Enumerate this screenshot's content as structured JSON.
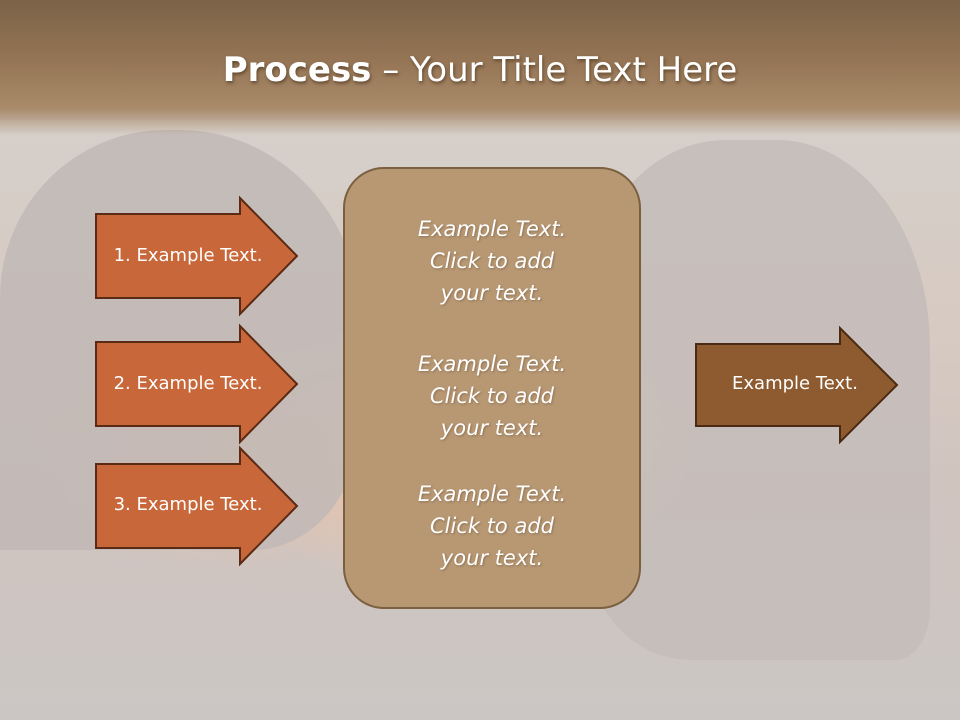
{
  "slide": {
    "title_bold": "Process",
    "title_rest": " – Your Title Text Here"
  },
  "left_arrows": [
    {
      "label": "1. Example Text."
    },
    {
      "label": "2. Example Text."
    },
    {
      "label": "3. Example Text."
    }
  ],
  "center_box": {
    "blocks": [
      {
        "text": "Example Text.\nClick  to add\nyour text."
      },
      {
        "text": "Example Text.\nClick  to add\nyour text."
      },
      {
        "text": "Example Text.\nClick  to add\nyour text."
      }
    ]
  },
  "right_arrow": {
    "label": "Example Text."
  },
  "colors": {
    "left_arrow_fill": "#c8673a",
    "left_arrow_stroke": "#5a2a14",
    "center_box_fill": "#b89873",
    "center_box_stroke": "#7a6040",
    "right_arrow_fill": "#8e5b30",
    "right_arrow_stroke": "#4a2a12"
  }
}
